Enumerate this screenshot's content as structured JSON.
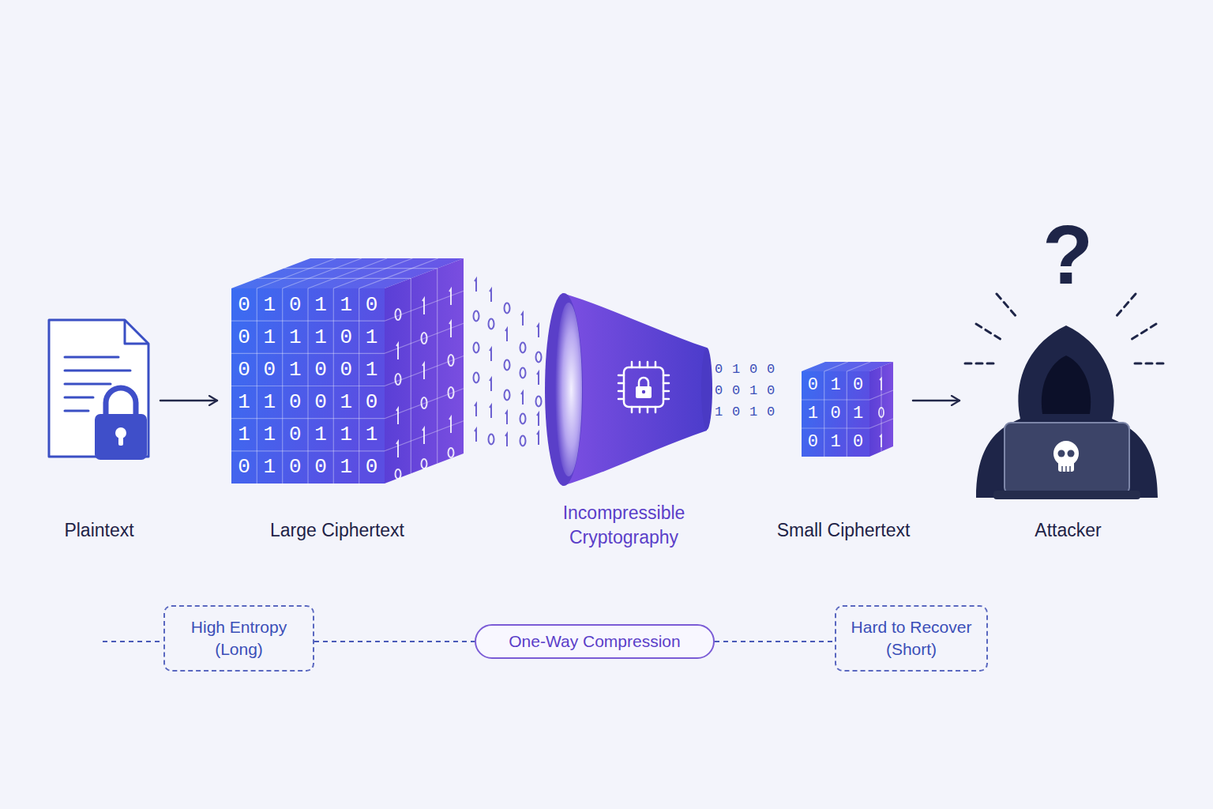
{
  "diagram": {
    "nodes": [
      {
        "text": [
          "Plaintext"
        ]
      },
      {
        "text": [
          "Large Ciphertext"
        ]
      },
      {
        "text": [
          "Incompressible Cryptography"
        ]
      },
      {
        "text": [
          "Small Ciphertext"
        ]
      },
      {
        "text": [
          "Attacker"
        ]
      },
      {
        "text": [
          "High Entropy (Long)"
        ]
      },
      {
        "text": [
          "One-Way Compression"
        ]
      },
      {
        "text": [
          "Hard to Recover (Short)"
        ]
      }
    ],
    "edges": [
      {
        "from": 0,
        "to": 1,
        "arrow": "to"
      },
      {
        "from": 3,
        "to": 4,
        "arrow": "to"
      },
      {
        "from": 5,
        "to": 6,
        "arrow": "none"
      },
      {
        "from": 6,
        "to": 7,
        "arrow": "none"
      }
    ],
    "labels": [
      "?",
      "0 1 0 1 1 0",
      "0 1 1 1 0 1",
      "0 0 1 0 0 1",
      "1 1 0 0 1 0",
      "1 1 0 1 1 1",
      "0 1 0 0 1 0",
      "0 1 0",
      "1 0 1",
      "0 1 0",
      "0 1 0 0",
      "0 0 1 0",
      "1 0 1 0"
    ]
  }
}
